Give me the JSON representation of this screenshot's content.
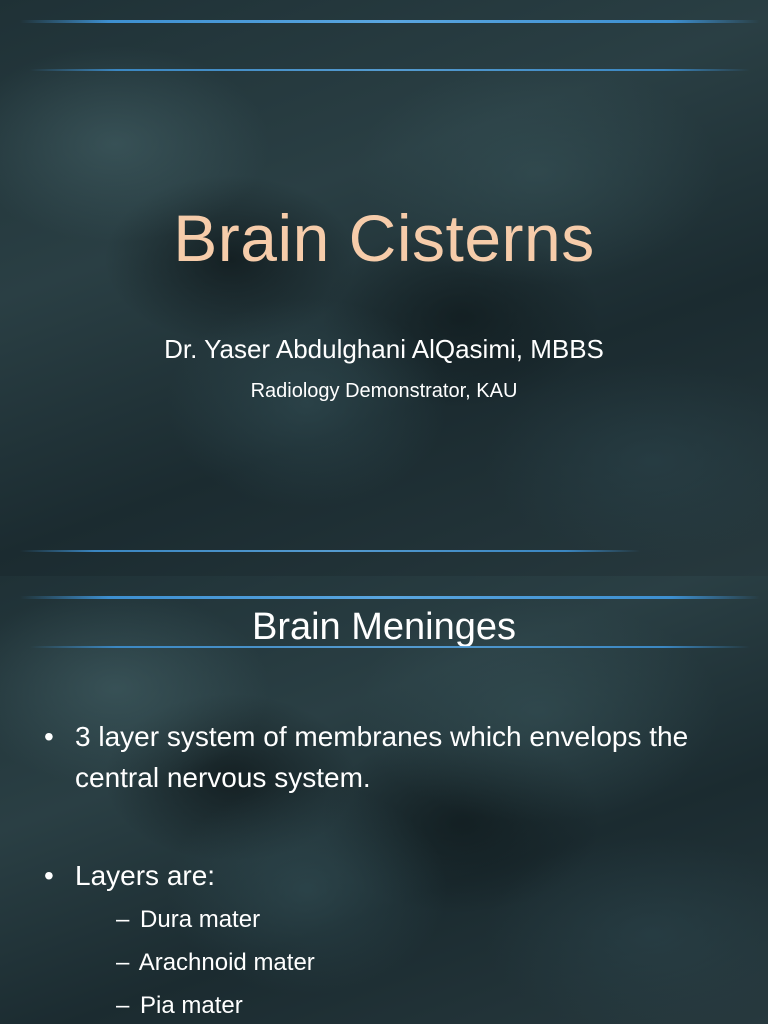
{
  "slide1": {
    "title": "Brain Cisterns",
    "author": "Dr. Yaser Abdulghani AlQasimi, MBBS",
    "affiliation": "Radiology Demonstrator, KAU"
  },
  "slide2": {
    "heading": "Brain Meninges",
    "bullets": [
      {
        "marker": "•",
        "text": "3 layer system of membranes which envelops the central nervous system."
      },
      {
        "marker": "•",
        "text": "Layers are:"
      }
    ],
    "sub_items": [
      {
        "marker": "–",
        "text": "Dura mater"
      },
      {
        "marker": "–",
        "text": "Arachnoid mater"
      },
      {
        "marker": "–",
        "text": "Pia mater"
      }
    ]
  },
  "colors": {
    "title": "#f6ccaa",
    "rule": "#4a9ad8",
    "background": "#22363b"
  }
}
